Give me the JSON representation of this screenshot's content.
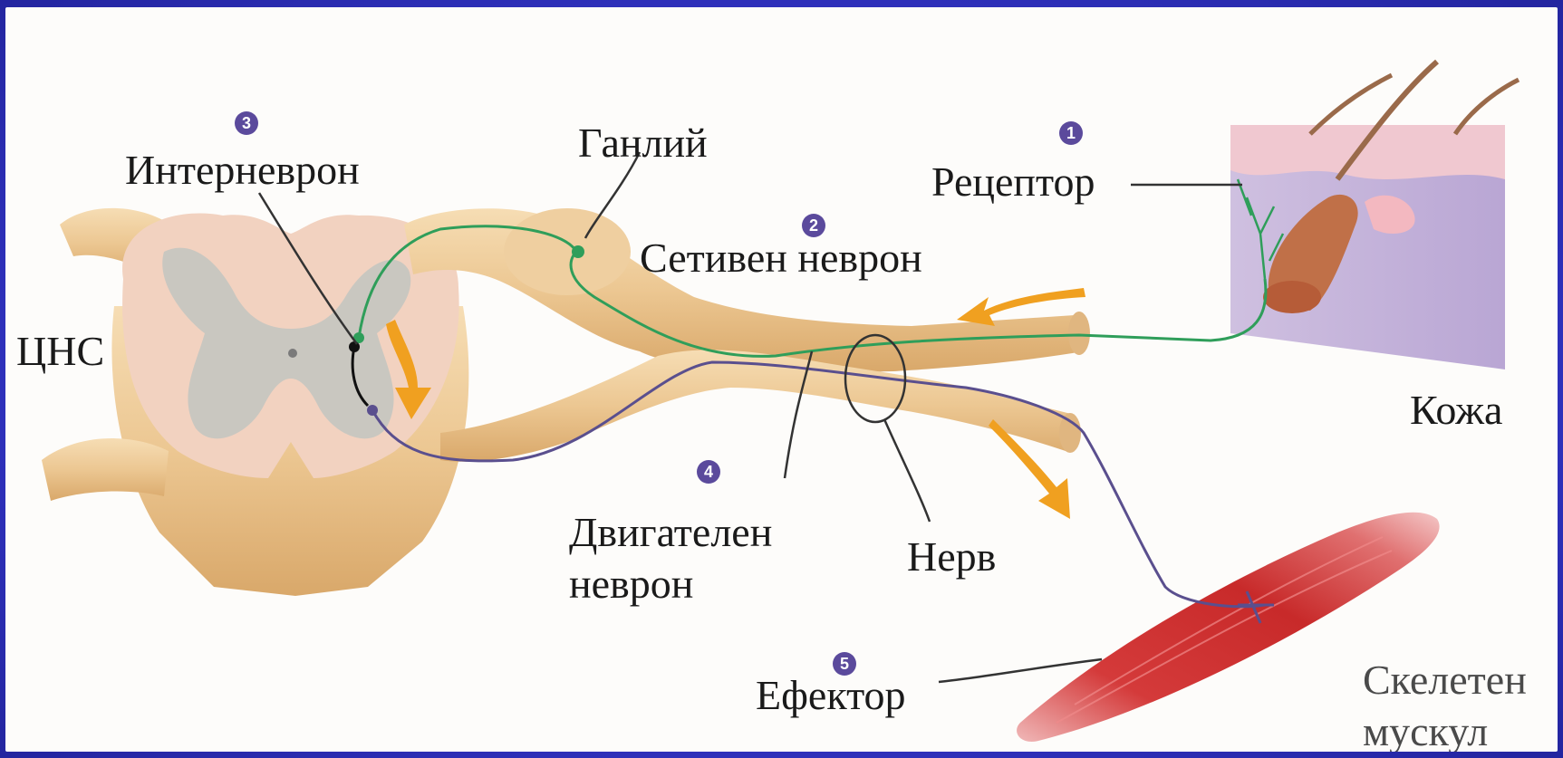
{
  "labels": {
    "cns": "ЦНС",
    "interneuron": "Интерневрон",
    "ganglion": "Ганлий",
    "receptor": "Рецептор",
    "sensory_neuron": "Сетивен неврон",
    "skin": "Кожа",
    "motor_neuron_line1": "Двигателен",
    "motor_neuron_line2": "неврон",
    "nerve": "Нерв",
    "effector": "Ефектор",
    "skeletal_muscle_line1": "Скелетен",
    "skeletal_muscle_line2": "мускул"
  },
  "steps": [
    "1",
    "2",
    "3",
    "4",
    "5"
  ],
  "colors": {
    "frame": "#3234c4",
    "sensory_fiber": "#2f9e5a",
    "motor_fiber": "#5a4f8e",
    "nerve_tissue": "#efcfa0",
    "grey_matter": "#c9c7c0",
    "white_matter": "#f2d2c0",
    "arrow": "#f0a020",
    "skin": "#d8c6e6",
    "muscle": "#d83838",
    "badge": "#5b4a9c"
  }
}
